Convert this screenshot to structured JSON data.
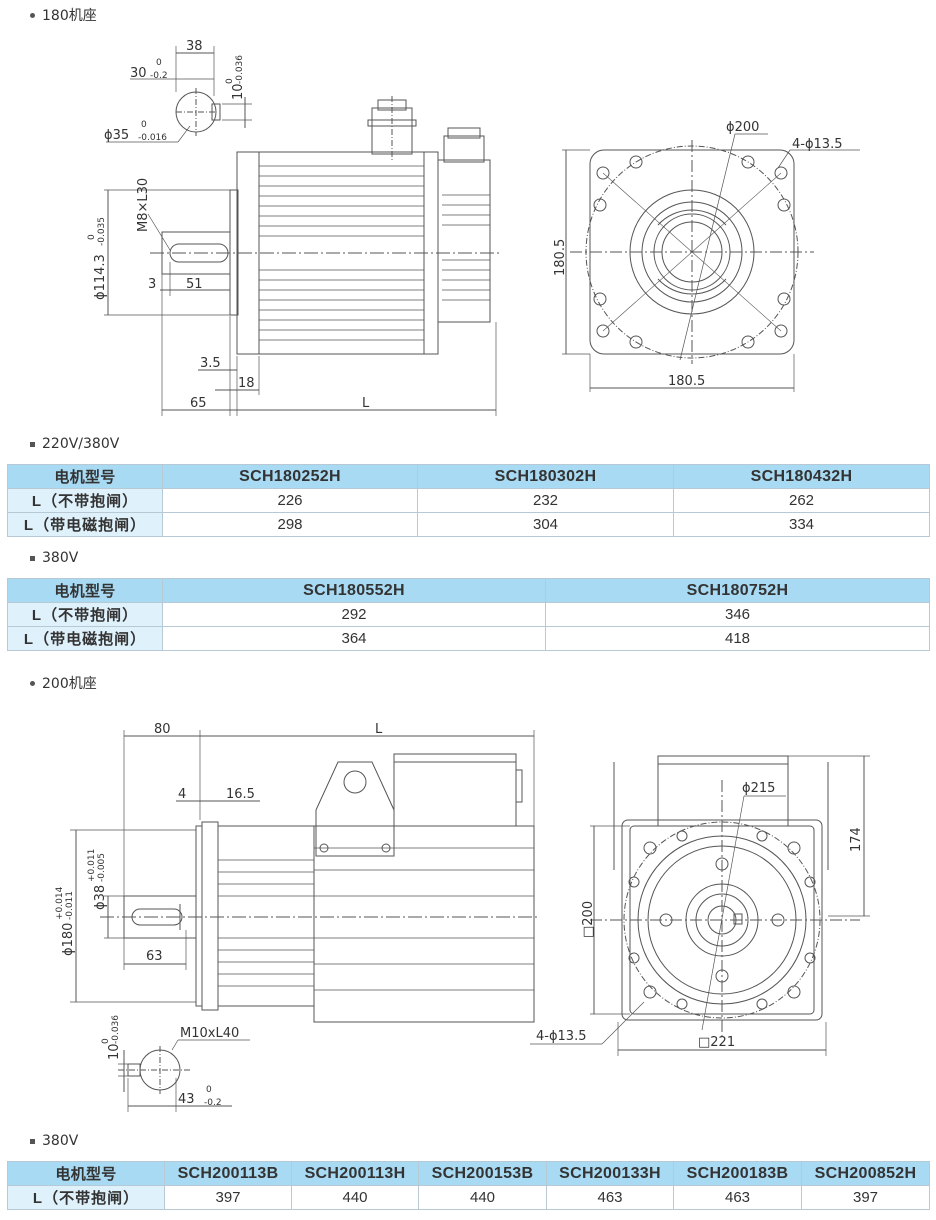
{
  "frame180": {
    "title": "180机座",
    "dims": {
      "d38": "38",
      "d30": "30",
      "d30_tol_up": "0",
      "d30_tol_low": "-0.2",
      "d10": "10",
      "d10_tol_up": "0",
      "d10_tol_low": "-0.036",
      "phi35": "ϕ35",
      "phi35_tol_up": "0",
      "phi35_tol_low": "-0.016",
      "m8": "M8×L30",
      "phi114": "ϕ114.3",
      "phi114_tol_up": "0",
      "phi114_tol_low": "-0.035",
      "d3": "3",
      "d51": "51",
      "d3_5": "3.5",
      "d18": "18",
      "d65": "65",
      "L": "L",
      "phi200": "ϕ200",
      "holes": "4-ϕ13.5",
      "s180_5_v": "180.5",
      "s180_5_h": "180.5"
    },
    "table1": {
      "label": "220V/380V",
      "header": [
        "电机型号",
        "SCH180252H",
        "SCH180302H",
        "SCH180432H"
      ],
      "rows": [
        [
          "L（不带抱闸）",
          "226",
          "232",
          "262"
        ],
        [
          "L（带电磁抱闸）",
          "298",
          "304",
          "334"
        ]
      ]
    },
    "table2": {
      "label": "380V",
      "header": [
        "电机型号",
        "SCH180552H",
        "SCH180752H"
      ],
      "rows": [
        [
          "L（不带抱闸）",
          "292",
          "346"
        ],
        [
          "L（带电磁抱闸）",
          "364",
          "418"
        ]
      ]
    }
  },
  "frame200": {
    "title": "200机座",
    "dims": {
      "d80": "80",
      "L": "L",
      "d4": "4",
      "d16_5": "16.5",
      "phi38": "ϕ38",
      "phi38_tol_up": "+0.011",
      "phi38_tol_low": "-0.005",
      "phi180": "ϕ180",
      "phi180_tol_up": "+0.014",
      "phi180_tol_low": "-0.011",
      "d63": "63",
      "d10": "10",
      "d10_tol_up": "0",
      "d10_tol_low": "-0.036",
      "m10": "M10xL40",
      "d43": "43",
      "d43_tol_up": "0",
      "d43_tol_low": "-0.2",
      "phi215": "ϕ215",
      "d174": "174",
      "sq200": "□200",
      "holes": "4-ϕ13.5",
      "sq221": "□221"
    },
    "table": {
      "label": "380V",
      "header": [
        "电机型号",
        "SCH200113B",
        "SCH200113H",
        "SCH200153B",
        "SCH200133H",
        "SCH200183B",
        "SCH200852H"
      ],
      "rows": [
        [
          "L（不带抱闸）",
          "397",
          "440",
          "440",
          "463",
          "463",
          "397"
        ]
      ]
    }
  }
}
